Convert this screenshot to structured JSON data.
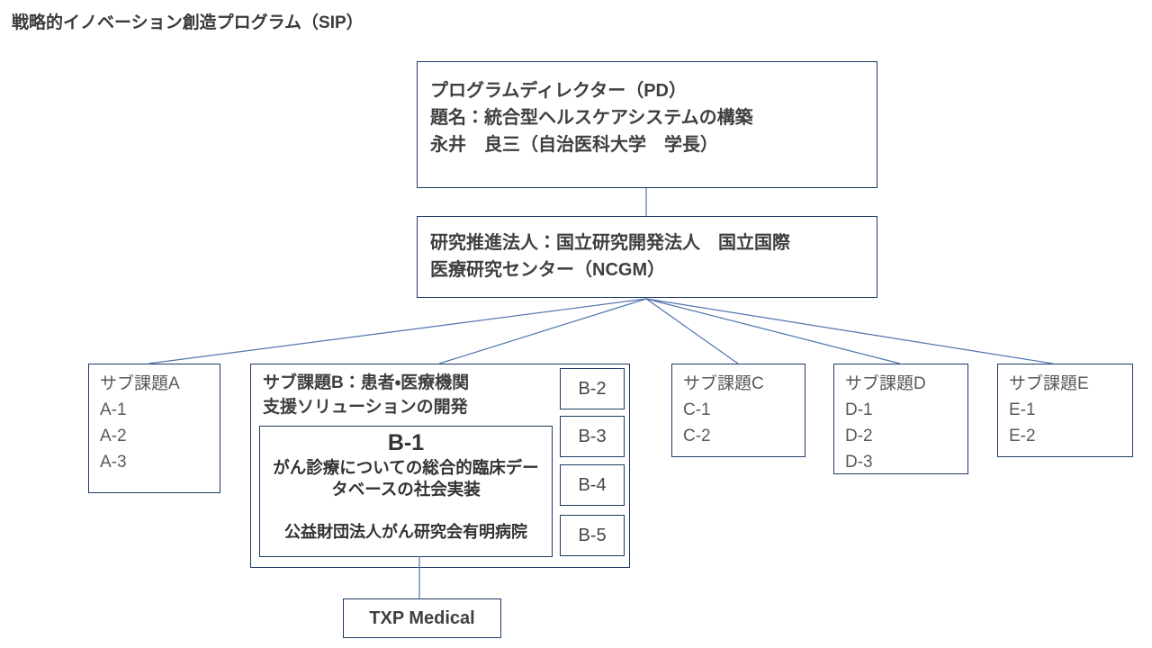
{
  "colors": {
    "box_border": "#1f3864",
    "connector_line": "#4f74ad",
    "text_dark": "#3f3f3f",
    "text_gray": "#595959"
  },
  "page_title": "戦略的イノベーション創造プログラム（SIP）",
  "pd_box": {
    "lines": [
      "プログラムディレクター（PD）",
      "題名：統合型ヘルスケアシステムの構築",
      "永井　良三（自治医科大学　学長）"
    ]
  },
  "agency_box": {
    "lines": [
      "研究推進法人：国立研究開発法人　国立国際",
      "医療研究センター（NCGM）"
    ]
  },
  "subtopic_a": {
    "title": "サブ課題A",
    "items": [
      "A-1",
      "A-2",
      "A-3"
    ]
  },
  "subtopic_b": {
    "title_lines": [
      "サブ課題B：患者・医療機関",
      "支援ソリューションの開発"
    ],
    "b1": {
      "label": "B-1",
      "description_lines": [
        "がん診療についての総合的臨床デー",
        "タベースの社会実装"
      ],
      "organization": "公益財団法人がん研究会有明病院"
    },
    "sub_boxes": [
      "B-2",
      "B-3",
      "B-4",
      "B-5"
    ]
  },
  "subtopic_c": {
    "title": "サブ課題C",
    "items": [
      "C-1",
      "C-2"
    ]
  },
  "subtopic_d": {
    "title": "サブ課題D",
    "items": [
      "D-1",
      "D-2",
      "D-3"
    ]
  },
  "subtopic_e": {
    "title": "サブ課題E",
    "items": [
      "E-1",
      "E-2"
    ]
  },
  "partner_box": {
    "label": "TXP Medical"
  }
}
